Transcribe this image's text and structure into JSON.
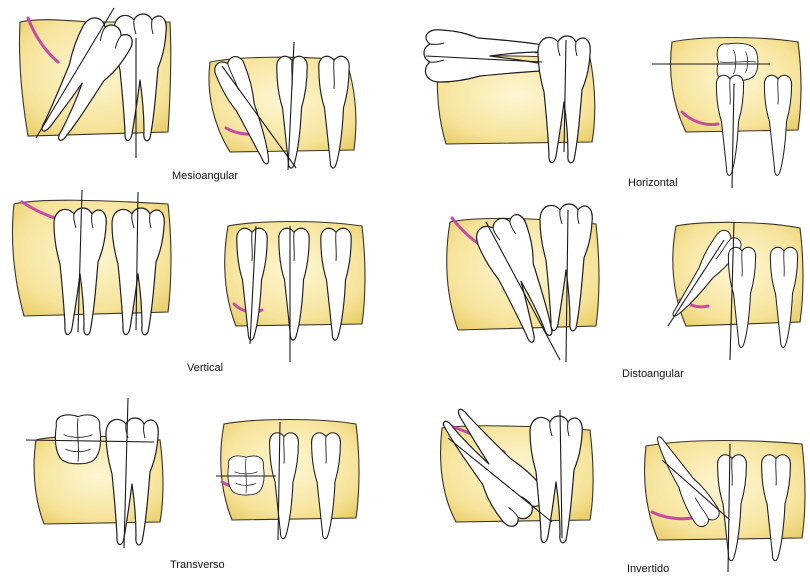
{
  "labels": {
    "mesioangular": "Mesioangular",
    "horizontal": "Horizontal",
    "vertical": "Vertical",
    "distoangular": "Distoangular",
    "transverso": "Transverso",
    "invertido": "Invertido"
  },
  "colors": {
    "bone_light": "#fbf0c0",
    "bone_dark": "#e9cf6e",
    "gum": "#c64aa6",
    "tooth": "#ffffff",
    "outline": "#1d1d1d"
  }
}
